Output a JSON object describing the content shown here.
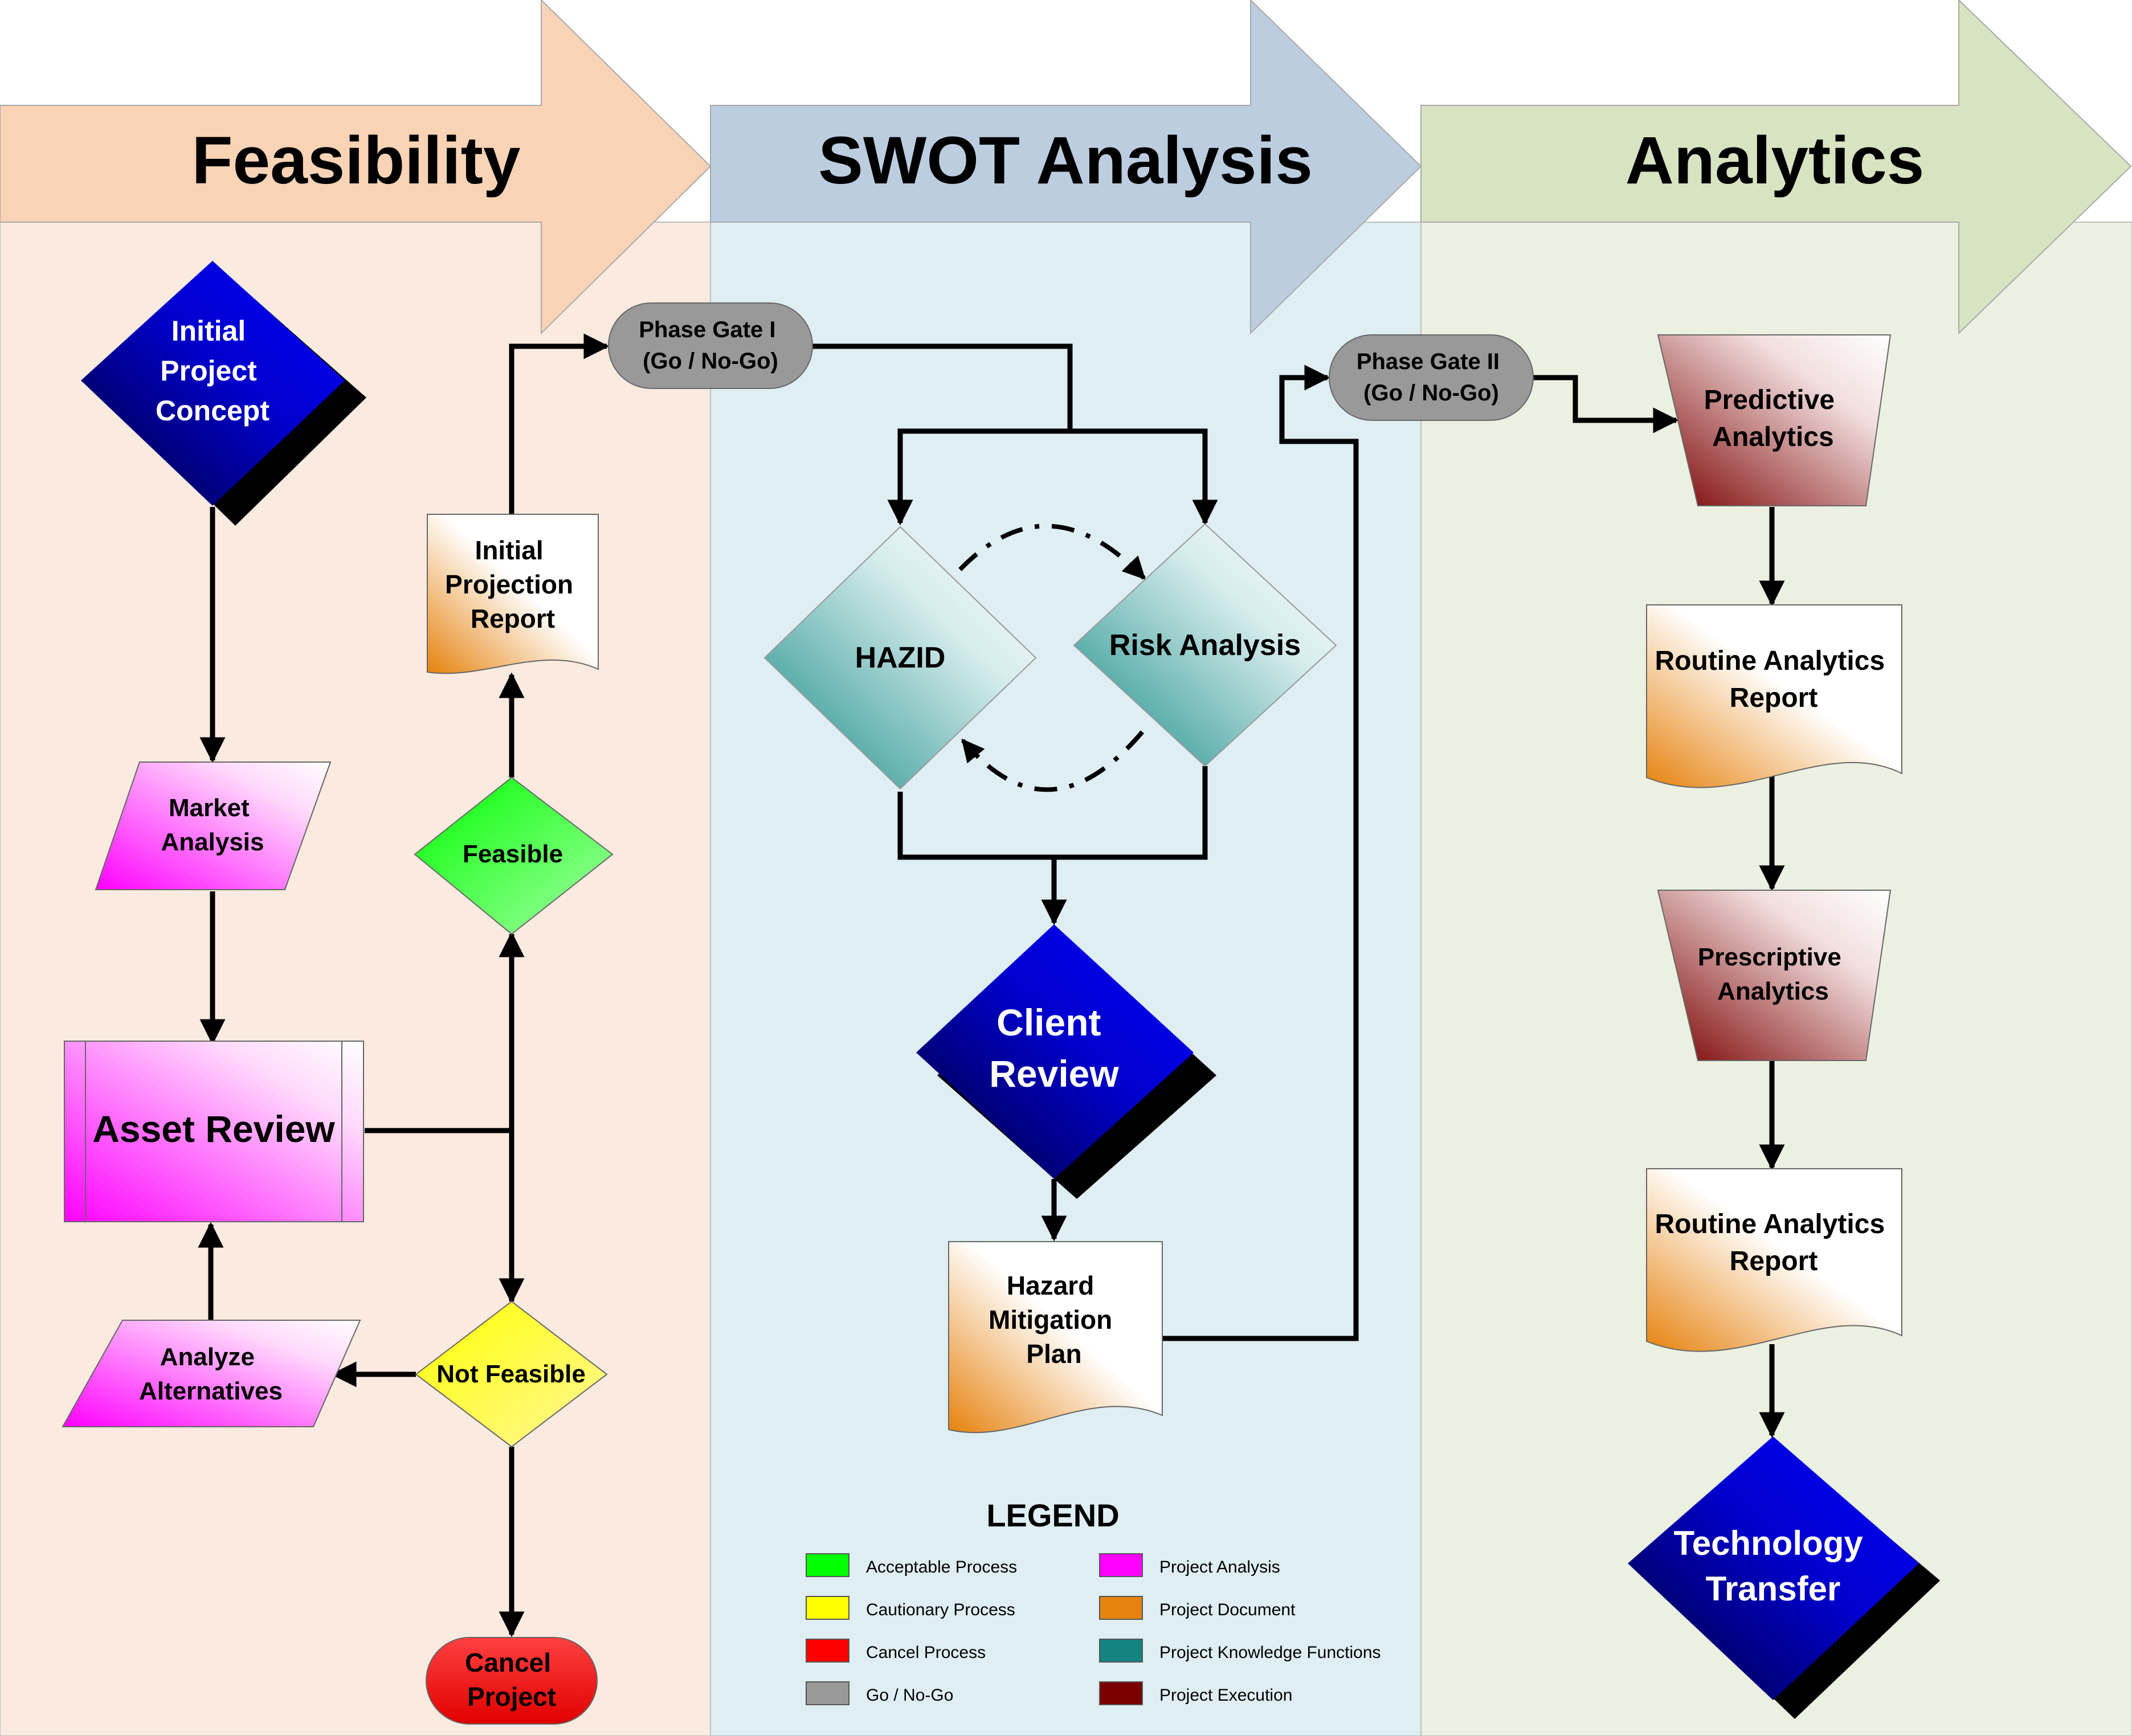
{
  "phases": [
    {
      "label": "Feasibility",
      "color": "#f9d3b5",
      "lane_color": "#fbeadf"
    },
    {
      "label": "SWOT Analysis",
      "color": "#bccde0",
      "lane_color": "#deeef2"
    },
    {
      "label": "Analytics",
      "color": "#d8e3c2",
      "lane_color": "#ebf0e1"
    }
  ],
  "nodes": {
    "initial_concept": [
      "Initial",
      "Project",
      "Concept"
    ],
    "market_analysis": [
      "Market",
      "Analysis"
    ],
    "asset_review": [
      "Asset Review"
    ],
    "analyze_alternatives": [
      "Analyze",
      "Alternatives"
    ],
    "initial_projection_report": [
      "Initial",
      "Projection",
      "Report"
    ],
    "feasible": [
      "Feasible"
    ],
    "not_feasible": [
      "Not Feasible"
    ],
    "cancel_project": [
      "Cancel",
      "Project"
    ],
    "phase_gate_1": [
      "Phase Gate I",
      "(Go / No-Go)"
    ],
    "hazid": [
      "HAZID"
    ],
    "risk_analysis": [
      "Risk Analysis"
    ],
    "client_review": [
      "Client",
      "Review"
    ],
    "hazard_mitigation_plan": [
      "Hazard",
      "Mitigation",
      "Plan"
    ],
    "phase_gate_2": [
      "Phase Gate II",
      "(Go / No-Go)"
    ],
    "predictive_analytics": [
      "Predictive",
      "Analytics"
    ],
    "routine_report_1": [
      "Routine Analytics",
      "Report"
    ],
    "prescriptive_analytics": [
      "Prescriptive",
      "Analytics"
    ],
    "routine_report_2": [
      "Routine Analytics",
      "Report"
    ],
    "technology_transfer": [
      "Technology",
      "Transfer"
    ]
  },
  "legend": {
    "title": "LEGEND",
    "items": [
      {
        "label": "Acceptable Process",
        "color": "#00ff00"
      },
      {
        "label": "Project Analysis",
        "color": "#ff00ff"
      },
      {
        "label": "Cautionary Process",
        "color": "#ffff00"
      },
      {
        "label": "Project Document",
        "color": "#e6820e"
      },
      {
        "label": "Cancel Process",
        "color": "#ff0000"
      },
      {
        "label": "Project Knowledge Functions",
        "color": "#138480"
      },
      {
        "label": "Go / No-Go",
        "color": "#999999"
      },
      {
        "label": "Project Execution",
        "color": "#7a0000"
      }
    ]
  }
}
